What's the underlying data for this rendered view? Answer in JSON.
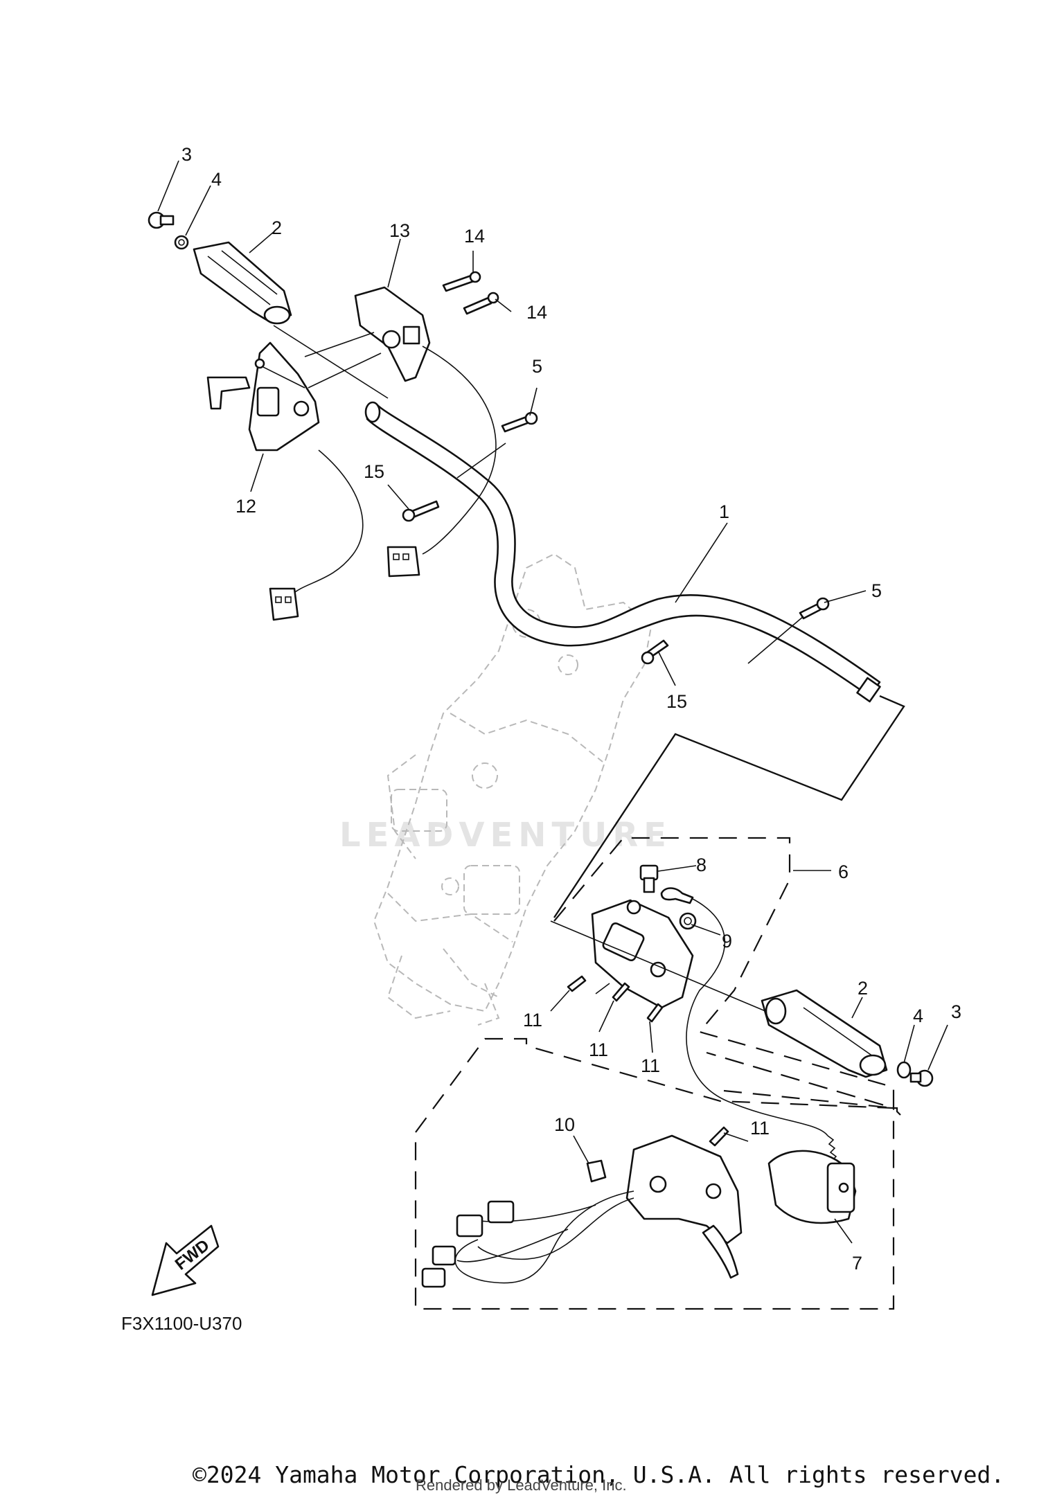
{
  "diagram": {
    "code": "F3X1100-U370",
    "watermark": "LEADVENTURE",
    "fwd_label": "FWD",
    "callouts": [
      {
        "id": "c3a",
        "label": "3"
      },
      {
        "id": "c4a",
        "label": "4"
      },
      {
        "id": "c2a",
        "label": "2"
      },
      {
        "id": "c13",
        "label": "13"
      },
      {
        "id": "c14a",
        "label": "14"
      },
      {
        "id": "c14b",
        "label": "14"
      },
      {
        "id": "c5a",
        "label": "5"
      },
      {
        "id": "c15a",
        "label": "15"
      },
      {
        "id": "c12",
        "label": "12"
      },
      {
        "id": "c1",
        "label": "1"
      },
      {
        "id": "c5b",
        "label": "5"
      },
      {
        "id": "c15b",
        "label": "15"
      },
      {
        "id": "c6",
        "label": "6"
      },
      {
        "id": "c8",
        "label": "8"
      },
      {
        "id": "c9",
        "label": "9"
      },
      {
        "id": "c2b",
        "label": "2"
      },
      {
        "id": "c4b",
        "label": "4"
      },
      {
        "id": "c3b",
        "label": "3"
      },
      {
        "id": "c11a",
        "label": "11"
      },
      {
        "id": "c11b",
        "label": "11"
      },
      {
        "id": "c11c",
        "label": "11"
      },
      {
        "id": "c10",
        "label": "10"
      },
      {
        "id": "c11d",
        "label": "11"
      },
      {
        "id": "c7",
        "label": "7"
      }
    ]
  },
  "footer": {
    "copyright": "©2024 Yamaha Motor Corporation, U.S.A. All rights reserved.",
    "rendered_by": "Rendered by LeadVenture, Inc."
  }
}
